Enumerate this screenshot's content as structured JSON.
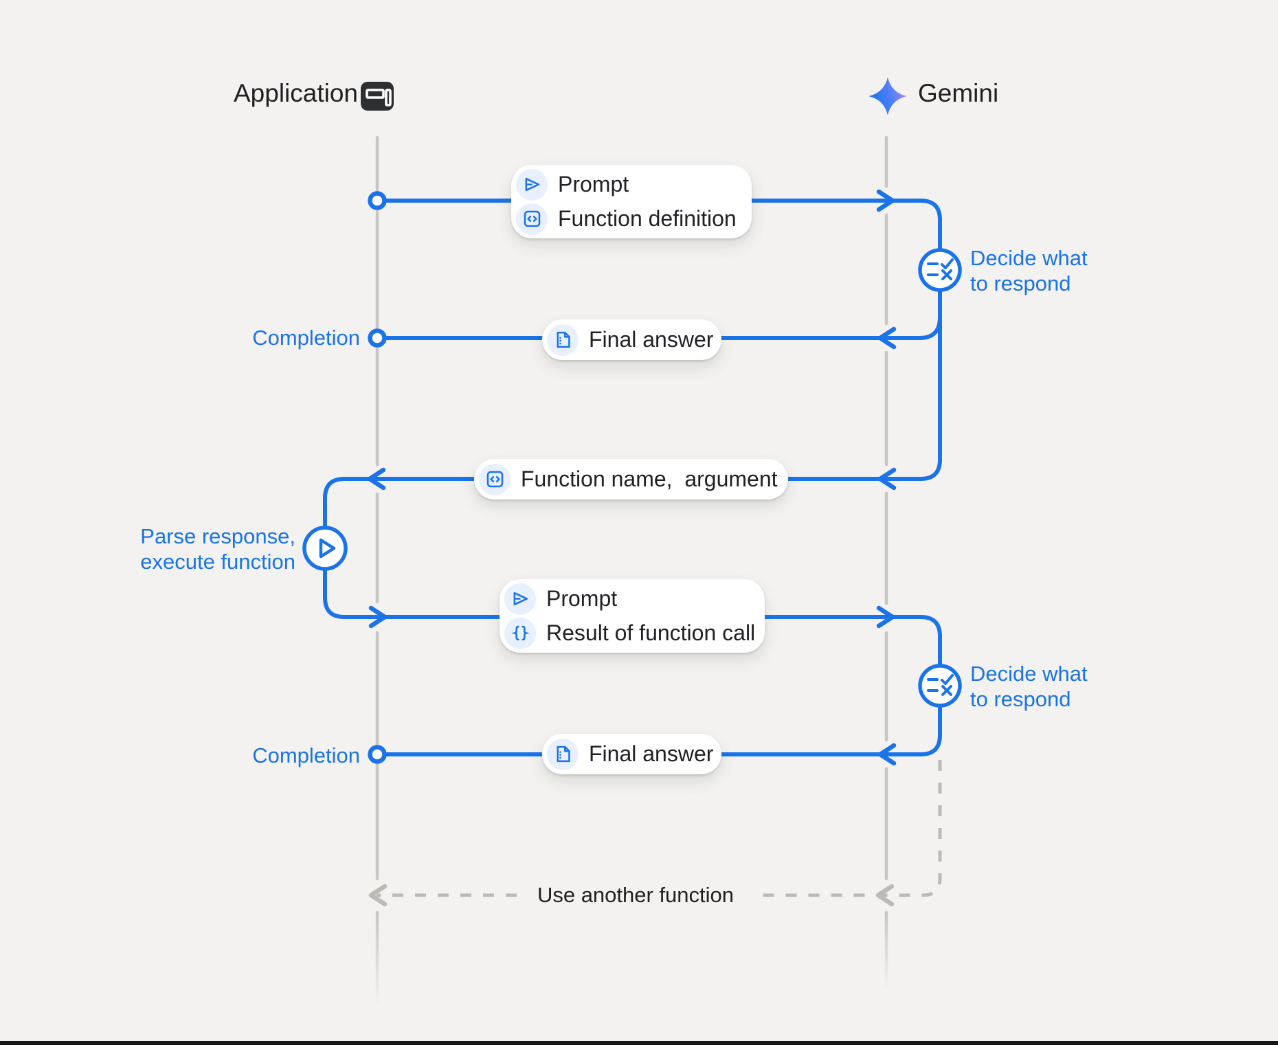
{
  "actors": {
    "application": {
      "label": "Application",
      "icon": "app-window-icon"
    },
    "gemini": {
      "label": "Gemini",
      "icon": "gemini-sparkle-icon"
    }
  },
  "cards": {
    "prompt_function_definition": {
      "rows": [
        {
          "icon": "send-icon",
          "label": "Prompt"
        },
        {
          "icon": "code-icon",
          "label": "Function definition"
        }
      ]
    },
    "final_answer_1": {
      "rows": [
        {
          "icon": "document-icon",
          "label": "Final answer"
        }
      ]
    },
    "function_name_argument": {
      "rows": [
        {
          "icon": "code-icon",
          "label": "Function name,  argument"
        }
      ]
    },
    "prompt_result": {
      "rows": [
        {
          "icon": "send-icon",
          "label": "Prompt"
        },
        {
          "icon": "braces-icon",
          "label": "Result of function call"
        }
      ]
    },
    "final_answer_2": {
      "rows": [
        {
          "icon": "document-icon",
          "label": "Final answer"
        }
      ]
    }
  },
  "side_labels": {
    "completion_1": "Completion",
    "completion_2": "Completion",
    "decide_1": {
      "line1": "Decide what",
      "line2": "to respond"
    },
    "decide_2": {
      "line1": "Decide what",
      "line2": "to respond"
    },
    "parse": {
      "line1": "Parse response,",
      "line2": "execute function"
    },
    "use_another_function": "Use another function"
  },
  "node_icons": {
    "decide_1": "rule-check-x-icon",
    "decide_2": "rule-check-x-icon",
    "parse_execute": "play-icon"
  },
  "colors": {
    "accent_blue": "#1a73e8",
    "icon_chip_blue": "#e8f0fe",
    "lifeline_gray": "#c7c6c3",
    "dashed_gray": "#bbbab7",
    "background": "#f3f2f0",
    "text_dark": "#202124",
    "card_white": "#ffffff"
  }
}
